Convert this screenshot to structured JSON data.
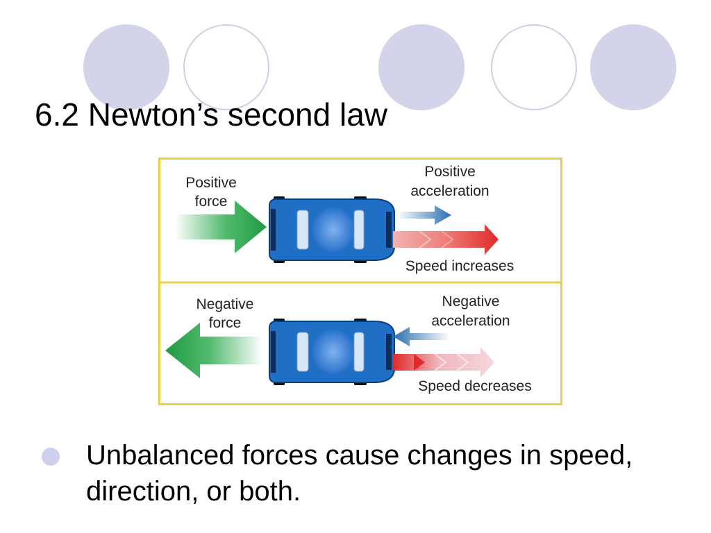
{
  "slide": {
    "title": "6.2 Newton’s second law",
    "bullet": "Unbalanced forces cause changes in speed, direction, or both."
  },
  "figure": {
    "top_panel": {
      "force_label_line1": "Positive",
      "force_label_line2": "force",
      "accel_label_line1": "Positive",
      "accel_label_line2": "acceleration",
      "speed_label": "Speed increases"
    },
    "bottom_panel": {
      "force_label_line1": "Negative",
      "force_label_line2": "force",
      "accel_label_line1": "Negative",
      "accel_label_line2": "acceleration",
      "speed_label": "Speed decreases"
    }
  },
  "colors": {
    "decor_circle": "#d3d3ea",
    "bullet": "#cfcfee",
    "frame": "#e8d04a",
    "force_arrow": "#27a84a",
    "accel_arrow": "#2a6fb0",
    "speed_arrow": "#e02a2a",
    "car_body": "#1f6fc7"
  },
  "icons": {
    "bullet": "circle-bullet-icon",
    "car": "car-top-view-icon"
  }
}
